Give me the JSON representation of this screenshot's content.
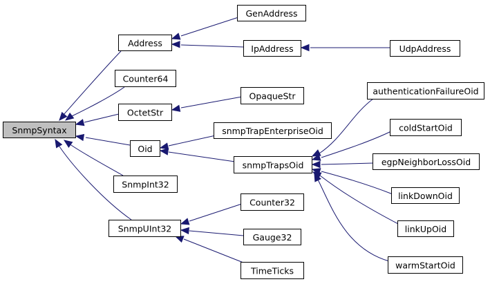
{
  "nodes": {
    "snmpsyntax": "SnmpSyntax",
    "address": "Address",
    "counter64": "Counter64",
    "octetstr": "OctetStr",
    "oid": "Oid",
    "snmpint32": "SnmpInt32",
    "snmpuint32": "SnmpUInt32",
    "genaddress": "GenAddress",
    "ipaddress": "IpAddress",
    "udpaddress": "UdpAddress",
    "opaquestr": "OpaqueStr",
    "snmptrapenterpriseoid": "snmpTrapEnterpriseOid",
    "snmptrapsoid": "snmpTrapsOid",
    "counter32": "Counter32",
    "gauge32": "Gauge32",
    "timeticks": "TimeTicks",
    "authenticationfailureoid": "authenticationFailureOid",
    "coldstartoid": "coldStartOid",
    "egpneighborlossoid": "egpNeighborLossOid",
    "linkdownoid": "linkDownOid",
    "linkupoid": "linkUpOid",
    "warmstartoid": "warmStartOid"
  },
  "colors": {
    "edge": "#191970",
    "root_fill": "#bfbfbf",
    "node_fill": "#ffffff",
    "node_border": "#000000"
  }
}
